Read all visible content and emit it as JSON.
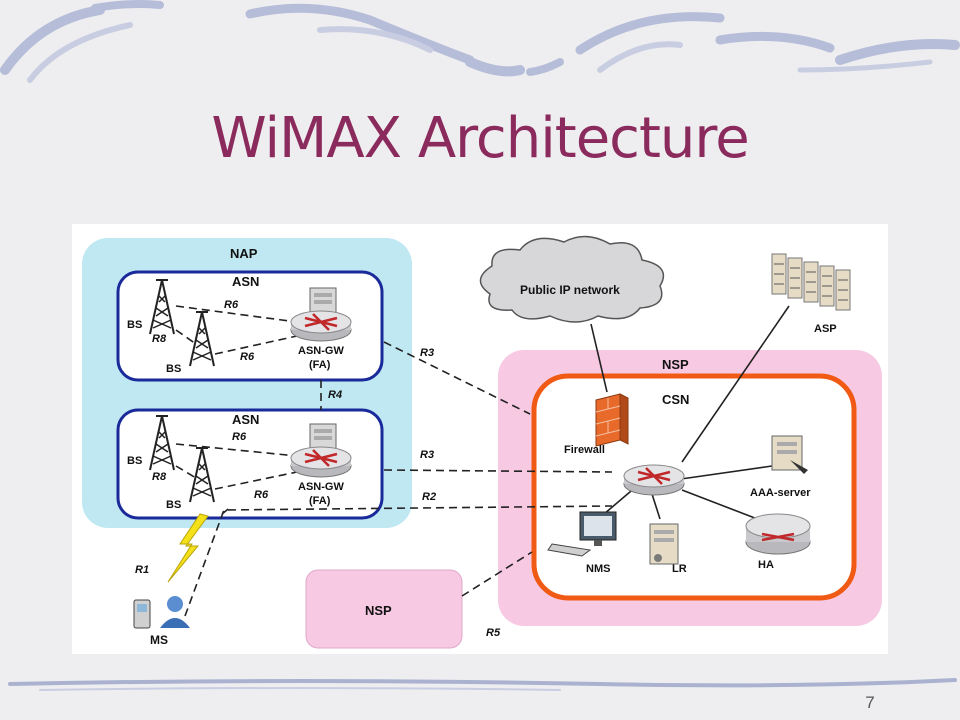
{
  "slide": {
    "title": "WiMAX Architecture",
    "page_number": "7"
  },
  "diagram": {
    "nap_label": "NAP",
    "asn_top_label": "ASN",
    "asn_bottom_label": "ASN",
    "bs_label": "BS",
    "asn_gw_label": "ASN-GW",
    "fa_label": "(FA)",
    "r6_label": "R6",
    "r8_label": "R8",
    "r4_label": "R4",
    "r3_label": "R3",
    "r2_label": "R2",
    "r1_label": "R1",
    "r5_label": "R5",
    "ms_label": "MS",
    "public_ip_label": "Public IP network",
    "asp_label": "ASP",
    "nsp_label": "NSP",
    "csn_label": "CSN",
    "firewall_label": "Firewall",
    "aaa_label": "AAA-server",
    "nms_label": "NMS",
    "lr_label": "LR",
    "ha_label": "HA",
    "nsp_small_label": "NSP"
  },
  "colors": {
    "title": "#8b2a5c",
    "nap_fill": "#bfe8f2",
    "asn_border": "#1a2a9a",
    "nsp_fill": "#f7c9e3",
    "csn_border": "#f05a14",
    "lightning": "#f5e11a"
  },
  "icons": [
    "tower-icon",
    "router-icon",
    "cloud-icon",
    "server-rack-icon",
    "firewall-icon",
    "server-icon",
    "computer-icon",
    "mobile-phone-icon",
    "user-icon"
  ]
}
